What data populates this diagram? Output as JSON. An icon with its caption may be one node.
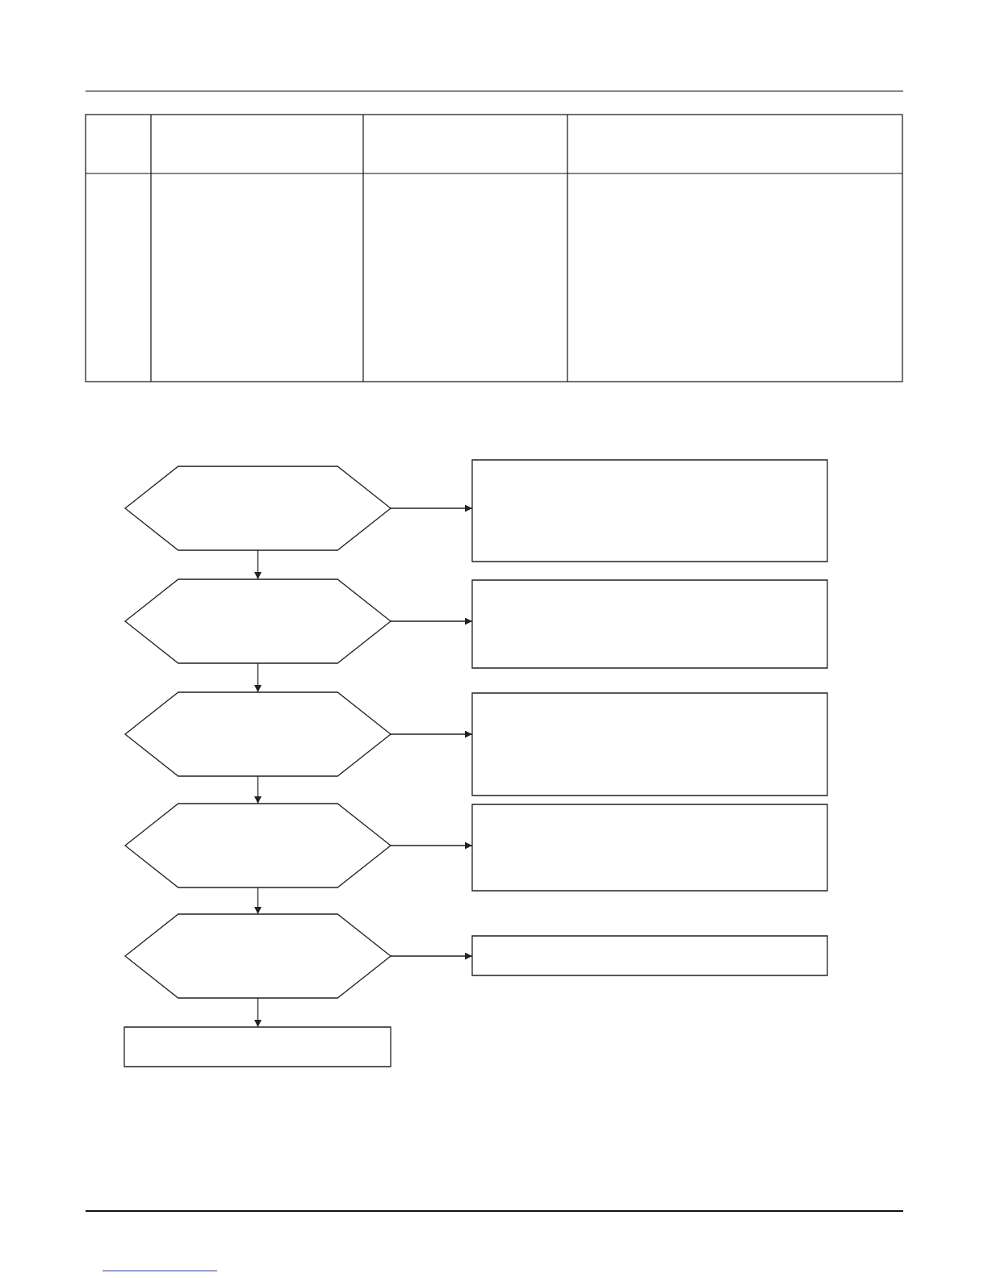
{
  "diagram": {
    "nodes": [
      {
        "text": [],
        "shape": "hexagon"
      },
      {
        "text": [],
        "shape": "box"
      },
      {
        "text": [],
        "shape": "hexagon"
      },
      {
        "text": [],
        "shape": "box"
      },
      {
        "text": [],
        "shape": "hexagon"
      },
      {
        "text": [],
        "shape": "box"
      },
      {
        "text": [],
        "shape": "hexagon"
      },
      {
        "text": [],
        "shape": "box"
      },
      {
        "text": [],
        "shape": "hexagon"
      },
      {
        "text": [],
        "shape": "box"
      },
      {
        "text": [],
        "shape": "box"
      }
    ],
    "edges": [
      {
        "from": 0,
        "to": 1,
        "arrow": "to"
      },
      {
        "from": 0,
        "to": 2,
        "arrow": "to"
      },
      {
        "from": 2,
        "to": 3,
        "arrow": "to"
      },
      {
        "from": 2,
        "to": 4,
        "arrow": "to"
      },
      {
        "from": 4,
        "to": 5,
        "arrow": "to"
      },
      {
        "from": 4,
        "to": 6,
        "arrow": "to"
      },
      {
        "from": 6,
        "to": 7,
        "arrow": "to"
      },
      {
        "from": 6,
        "to": 8,
        "arrow": "to"
      },
      {
        "from": 8,
        "to": 9,
        "arrow": "to"
      },
      {
        "from": 8,
        "to": 10,
        "arrow": "to"
      }
    ]
  }
}
